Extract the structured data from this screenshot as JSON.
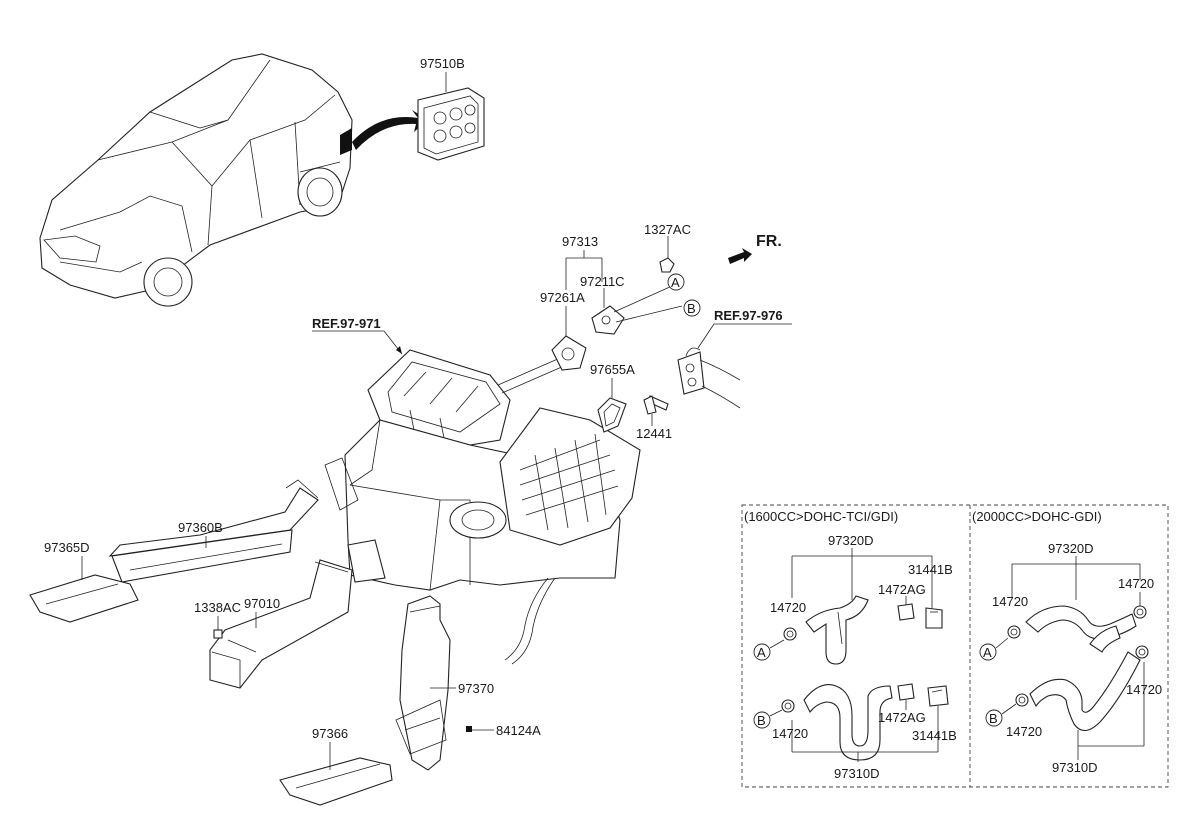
{
  "direction_label": "FR.",
  "references": {
    "left": "REF.97-971",
    "right": "REF.97-976"
  },
  "parts": {
    "p97510B": "97510B",
    "p97313": "97313",
    "p1327AC": "1327AC",
    "p97211C": "97211C",
    "p97261A": "97261A",
    "p97655A": "97655A",
    "p12441": "12441",
    "p97360B": "97360B",
    "p97365D": "97365D",
    "p97010": "97010",
    "p1338AC": "1338AC",
    "p97370": "97370",
    "p97366": "97366",
    "p84124A": "84124A"
  },
  "markers": {
    "a": "A",
    "b": "B"
  },
  "panels": [
    {
      "title": "(1600CC>DOHC-TCI/GDI)",
      "upper_hose": "97320D",
      "lower_hose": "97310D",
      "clamp_upper": "14720",
      "clamp_lower": "14720",
      "fitting_upper": "1472AG",
      "fitting_lower": "1472AG",
      "valve_upper": "31441B",
      "valve_lower": "31441B",
      "marker_a": "A",
      "marker_b": "B"
    },
    {
      "title": "(2000CC>DOHC-GDI)",
      "upper_hose": "97320D",
      "lower_hose": "97310D",
      "clamp_upper_left": "14720",
      "clamp_upper_right": "14720",
      "clamp_lower_left": "14720",
      "clamp_lower_right": "14720",
      "marker_a": "A",
      "marker_b": "B"
    }
  ]
}
